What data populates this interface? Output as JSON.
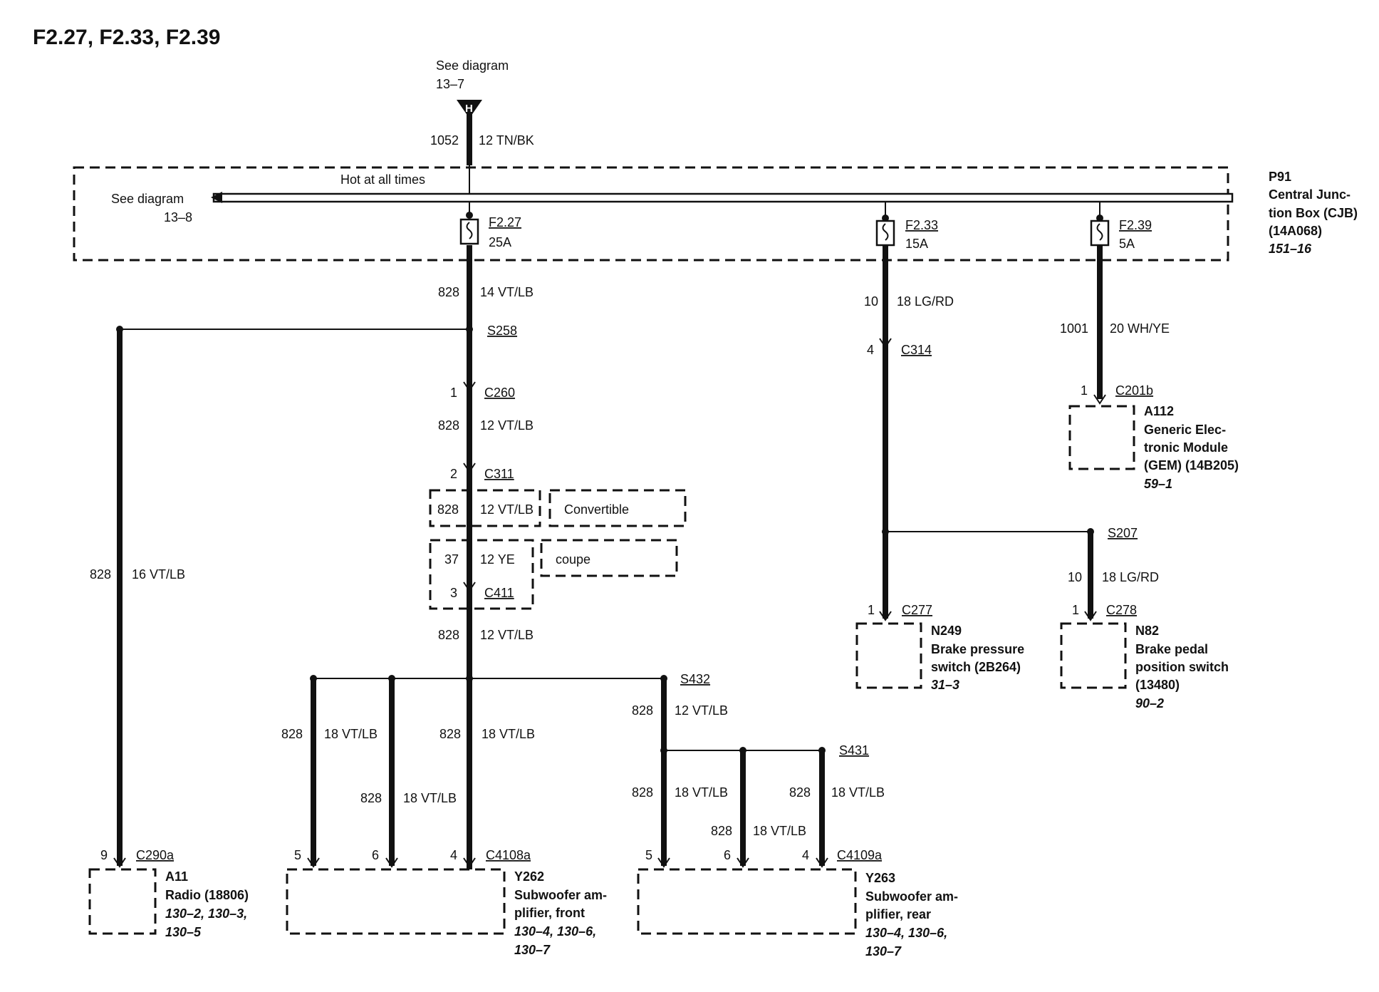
{
  "title": "F2.27, F2.33, F2.39",
  "top_ref": {
    "line1": "See diagram",
    "line2": "13–7",
    "connector": "H"
  },
  "feed": {
    "circuit": "1052",
    "wire": "12 TN/BK"
  },
  "cjb": {
    "hot_label": "Hot at all times",
    "see_line1": "See diagram",
    "see_line2": "13–8",
    "id": "P91",
    "name_lines": [
      "Central Junc-",
      "tion Box (CJB)",
      "(14A068)"
    ],
    "ref": "151–16",
    "fuses": [
      {
        "id": "F2.27",
        "rating": "25A"
      },
      {
        "id": "F2.33",
        "rating": "15A"
      },
      {
        "id": "F2.39",
        "rating": "5A"
      }
    ]
  },
  "wires": {
    "w828_14": {
      "circuit": "828",
      "wire": "14 VT/LB"
    },
    "w828_16": {
      "circuit": "828",
      "wire": "16 VT/LB"
    },
    "w828_12a": {
      "circuit": "828",
      "wire": "12 VT/LB"
    },
    "w828_12conv": {
      "circuit": "828",
      "wire": "12 VT/LB"
    },
    "w37": {
      "circuit": "37",
      "wire": "12 YE"
    },
    "w828_12b": {
      "circuit": "828",
      "wire": "12 VT/LB"
    },
    "w828_18f1": {
      "circuit": "828",
      "wire": "18 VT/LB"
    },
    "w828_18f2": {
      "circuit": "828",
      "wire": "18 VT/LB"
    },
    "w828_18f3": {
      "circuit": "828",
      "wire": "18 VT/LB"
    },
    "w828_12c": {
      "circuit": "828",
      "wire": "12 VT/LB"
    },
    "w828_18r1": {
      "circuit": "828",
      "wire": "18 VT/LB"
    },
    "w828_18r2": {
      "circuit": "828",
      "wire": "18 VT/LB"
    },
    "w828_18r3": {
      "circuit": "828",
      "wire": "18 VT/LB"
    },
    "w10a": {
      "circuit": "10",
      "wire": "18 LG/RD"
    },
    "w10b": {
      "circuit": "10",
      "wire": "18 LG/RD"
    },
    "w1001": {
      "circuit": "1001",
      "wire": "20 WH/YE"
    }
  },
  "splices": {
    "s258": "S258",
    "s432": "S432",
    "s431": "S431",
    "s207": "S207"
  },
  "connectors": {
    "c260": {
      "id": "C260",
      "pin": "1"
    },
    "c311": {
      "id": "C311",
      "pin": "2"
    },
    "c411": {
      "id": "C411",
      "pin": "3"
    },
    "c314": {
      "id": "C314",
      "pin": "4"
    },
    "c201b": {
      "id": "C201b",
      "pin": "1"
    },
    "c277": {
      "id": "C277",
      "pin": "1"
    },
    "c278": {
      "id": "C278",
      "pin": "1"
    },
    "c290a": {
      "id": "C290a",
      "pin": "9"
    },
    "c4108a": {
      "id": "C4108a",
      "pins": [
        "5",
        "6",
        "4"
      ]
    },
    "c4109a": {
      "id": "C4109a",
      "pins": [
        "5",
        "6",
        "4"
      ]
    }
  },
  "options": {
    "convertible": "Convertible",
    "coupe": "coupe"
  },
  "components": {
    "a112": {
      "id": "A112",
      "lines": [
        "Generic Elec-",
        "tronic Module",
        "(GEM) (14B205)"
      ],
      "ref": "59–1"
    },
    "n249": {
      "id": "N249",
      "lines": [
        "Brake pressure",
        "switch (2B264)"
      ],
      "ref": "31–3"
    },
    "n82": {
      "id": "N82",
      "lines": [
        "Brake pedal",
        "position switch",
        "(13480)"
      ],
      "ref": "90–2"
    },
    "a11": {
      "id": "A11",
      "lines": [
        "Radio (18806)"
      ],
      "refs": [
        "130–2, 130–3,",
        "130–5"
      ]
    },
    "y262": {
      "id": "Y262",
      "lines": [
        "Subwoofer am-",
        "plifier, front"
      ],
      "refs": [
        "130–4, 130–6,",
        "130–7"
      ]
    },
    "y263": {
      "id": "Y263",
      "lines": [
        "Subwoofer am-",
        "plifier, rear"
      ],
      "refs": [
        "130–4, 130–6,",
        "130–7"
      ]
    }
  }
}
